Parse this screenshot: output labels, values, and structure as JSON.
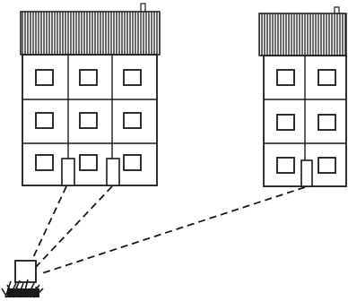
{
  "diagram": {
    "subject": "two-buildings-connected-to-ground-box",
    "buildings": [
      {
        "id": "left-building",
        "columns": 3,
        "floors": 3,
        "doors": 2
      },
      {
        "id": "right-building",
        "columns": 2,
        "floors": 3,
        "doors": 1
      }
    ],
    "connections": [
      {
        "from": "left-building-door-1",
        "to": "ground-box",
        "style": "dashed"
      },
      {
        "from": "left-building-door-2",
        "to": "ground-box",
        "style": "dashed"
      },
      {
        "from": "right-building-door-1",
        "to": "ground-box",
        "style": "dashed"
      }
    ],
    "colors": {
      "ink": "#1a1a1a",
      "background": "#ffffff"
    }
  }
}
